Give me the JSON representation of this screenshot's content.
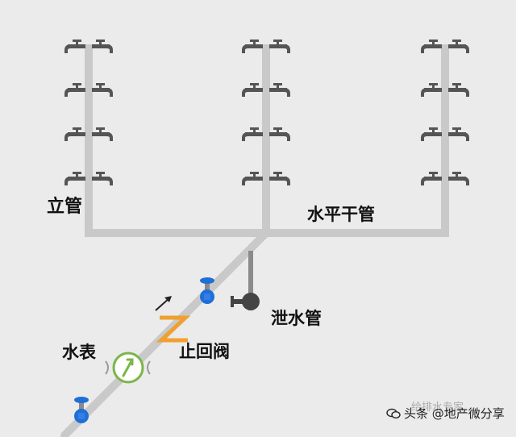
{
  "labels": {
    "riser": "立管",
    "horizontal_main": "水平干管",
    "drain_pipe": "泄水管",
    "check_valve": "止回阀",
    "water_meter": "水表"
  },
  "watermark": {
    "text": "头条 @地产微分享",
    "faint_text": "给排水专家"
  },
  "colors": {
    "pipe": "#c9c9c9",
    "faucet": "#555555",
    "valve_handle": "#1e6fd8",
    "check_valve": "#f0a030",
    "meter": "#7ab648",
    "drain_valve": "#444444"
  },
  "icons": [
    "faucet-icon",
    "gate-valve-icon",
    "check-valve-icon",
    "water-meter-icon",
    "drain-valve-icon",
    "flow-arrow-icon"
  ]
}
